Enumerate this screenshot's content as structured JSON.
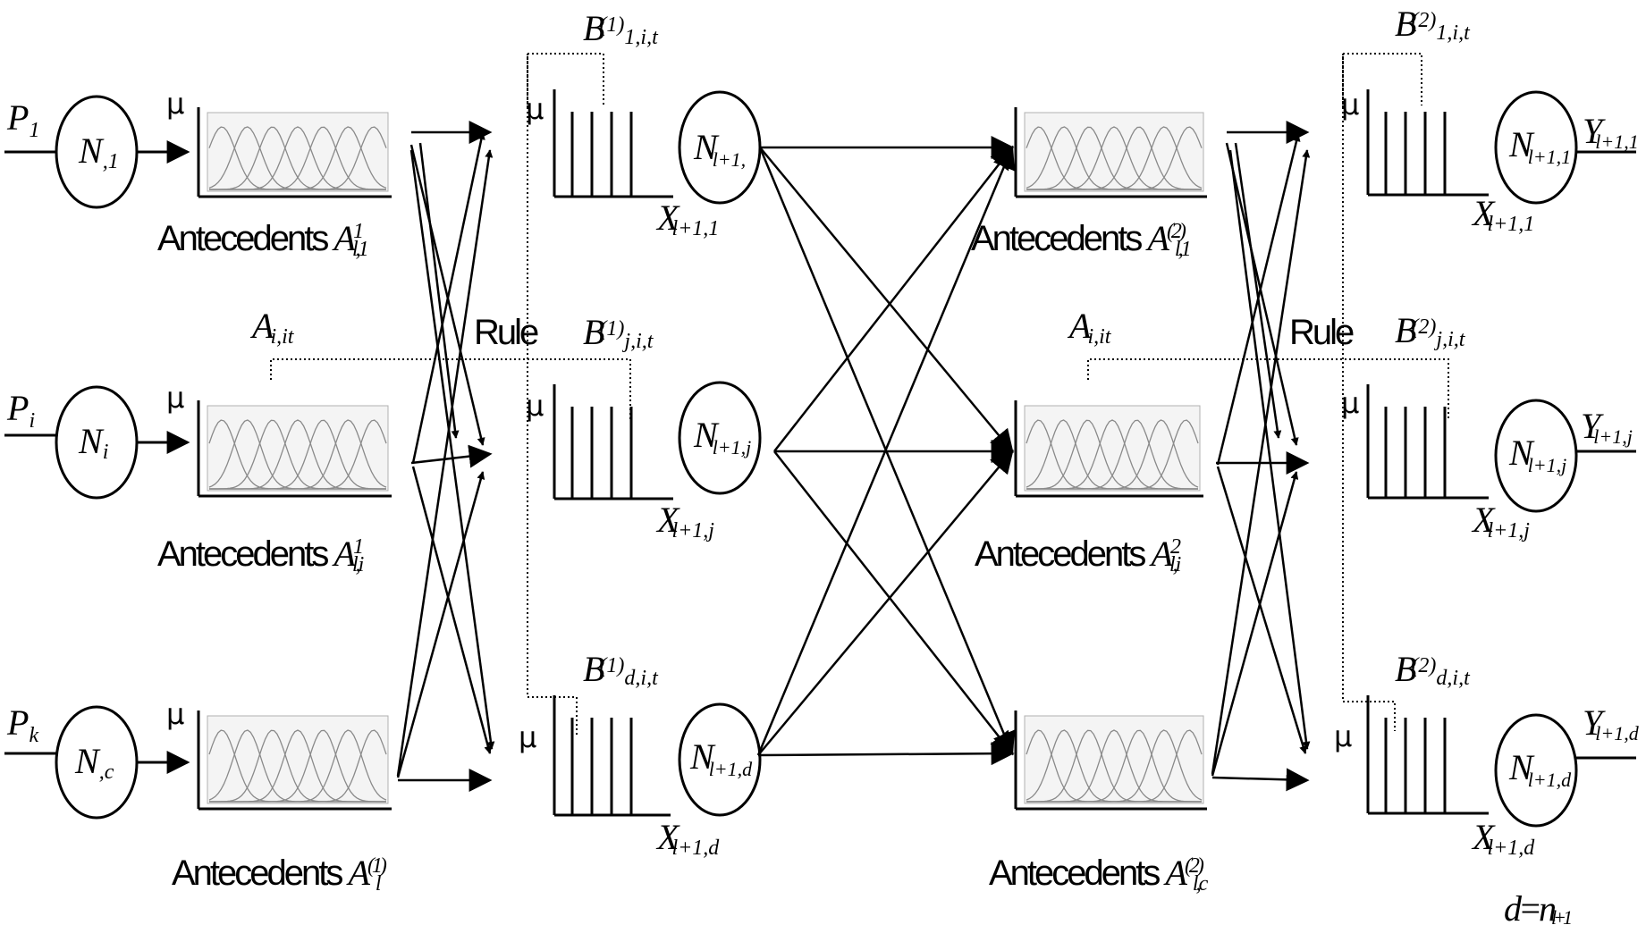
{
  "inputs": [
    {
      "p": "P",
      "p_sub": "1",
      "n": "N",
      "n_sub": ",1"
    },
    {
      "p": "P",
      "p_sub": "i",
      "n": "N",
      "n_sub": "i"
    },
    {
      "p": "P",
      "p_sub": "k",
      "n": "N",
      "n_sub": ",c"
    }
  ],
  "mu": "μ",
  "antecedents_left": [
    {
      "word": "Antecedents ",
      "sym": "A",
      "sup": "1",
      "sub": "l,1"
    },
    {
      "word": "Antecedents ",
      "sym": "A",
      "sup": "1",
      "sub": "l,i"
    },
    {
      "word": "Antecedents ",
      "sym": "A",
      "sup": "(1)",
      "sub": "l"
    }
  ],
  "antecedents_right": [
    {
      "word": "Antecedents ",
      "sym": "A",
      "sup": "(2)",
      "sub": "l,1"
    },
    {
      "word": "Antecedents ",
      "sym": "A",
      "sup": "2",
      "sub": "l,i"
    },
    {
      "word": "Antecedents ",
      "sym": "A",
      "sup": "(2)",
      "sub": "l,c"
    }
  ],
  "rule_labels": {
    "left": "Rule",
    "right": "Rule"
  },
  "a_it": {
    "sym": "A",
    "sub": "i,it"
  },
  "consequents_left": [
    {
      "sym": "B",
      "sup": "(1)",
      "sub": "1,i,t"
    },
    {
      "sym": "B",
      "sup": "(1)",
      "sub": "j,i,t"
    },
    {
      "sym": "B",
      "sup": "(1)",
      "sub": "d,i,t"
    }
  ],
  "consequents_right": [
    {
      "sym": "B",
      "sup": "(2)",
      "sub": "1,i,t"
    },
    {
      "sym": "B",
      "sup": "(2)",
      "sub": "j,i,t"
    },
    {
      "sym": "B",
      "sup": "(2)",
      "sub": "d,i,t"
    }
  ],
  "hidden_nodes": [
    {
      "n": "N",
      "sub": "l+1,"
    },
    {
      "n": "N",
      "sub": "l+1,j"
    },
    {
      "n": "N",
      "sub": "l+1,d"
    }
  ],
  "x_labels_left": [
    {
      "x": "X",
      "sub": "l+1,1"
    },
    {
      "x": "X",
      "sub": "l+1,j"
    },
    {
      "x": "X",
      "sub": "l+1,d"
    }
  ],
  "output_nodes": [
    {
      "n": "N",
      "sub": "l+1,1"
    },
    {
      "n": "N",
      "sub": "l+1,j"
    },
    {
      "n": "N",
      "sub": "l+1,d"
    }
  ],
  "x_labels_right": [
    {
      "x": "X",
      "sub": "l+1,1"
    },
    {
      "x": "X",
      "sub": "l+1,j"
    },
    {
      "x": "X",
      "sub": "l+1,d"
    }
  ],
  "y_labels": [
    {
      "y": "Y",
      "sub": "l+1,1"
    },
    {
      "y": "Y",
      "sub": "l+1,j"
    },
    {
      "y": "Y",
      "sub": "l+1,d"
    }
  ],
  "footer": {
    "d": "d",
    "eq": "=",
    "n": "n",
    "sub": "l+1"
  }
}
